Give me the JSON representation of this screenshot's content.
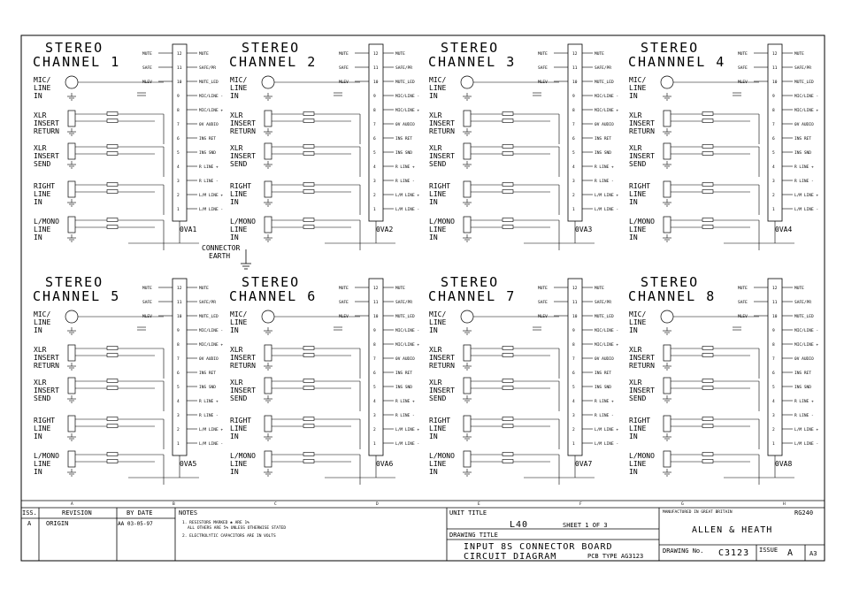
{
  "channels": [
    {
      "title": "STEREO",
      "subtitle": "CHANNEL 1",
      "gnd": "0VA1"
    },
    {
      "title": "STEREO",
      "subtitle": "CHANNEL 2",
      "gnd": "0VA2"
    },
    {
      "title": "STEREO",
      "subtitle": "CHANNEL 3",
      "gnd": "0VA3"
    },
    {
      "title": "STEREO",
      "subtitle": "CHANNNEL 4",
      "gnd": "0VA4"
    },
    {
      "title": "STEREO",
      "subtitle": "CHANNEL 5",
      "gnd": "0VA5"
    },
    {
      "title": "STEREO",
      "subtitle": "CHANNEL 6",
      "gnd": "0VA6"
    },
    {
      "title": "STEREO",
      "subtitle": "CHANNEL 7",
      "gnd": "0VA7"
    },
    {
      "title": "STEREO",
      "subtitle": "CHANNEL 8",
      "gnd": "0VA8"
    }
  ],
  "inputs": [
    [
      "MIC/",
      "LINE",
      "IN"
    ],
    [
      "XLR",
      "INSERT",
      "RETURN"
    ],
    [
      "XLR",
      "INSERT",
      "SEND"
    ],
    [
      "RIGHT",
      "LINE",
      "IN"
    ],
    [
      "L/MONO",
      "LINE",
      "IN"
    ]
  ],
  "header_left": [
    "MUTE",
    "SAFE",
    "MLEV"
  ],
  "header_right": [
    "MUTE",
    "SAFE/PR",
    "MUTE_LED",
    "MIC/LINE -",
    "MIC/LINE +",
    "0V AUDIO",
    "INS RET",
    "INS SND",
    "R LINE +",
    "R LINE -",
    "L/M LINE +",
    "L/M LINE -"
  ],
  "pins": [
    "12",
    "11",
    "10",
    "9",
    "8",
    "7",
    "6",
    "5",
    "4",
    "3",
    "2",
    "1"
  ],
  "connector_earth": [
    "CONNECTOR",
    "EARTH"
  ],
  "grid_letters": [
    "A",
    "B",
    "C",
    "D",
    "E",
    "F",
    "G",
    "H"
  ],
  "title_block": {
    "iss_label": "ISS.",
    "revision_label": "REVISION",
    "by_date_label": "BY  DATE",
    "notes_label": "NOTES",
    "iss_value": "A",
    "revision_value": "ORIGIN",
    "by_date_value": "AA 03-05-97",
    "note1": "1. RESISTORS MARKED ✱ ARE 1%",
    "note1b": "ALL OTHERS ARE 5% UNLESS OTHERWISE STATED",
    "note2": "2. ELECTROLYTIC CAPACITORS ARE IN VOLTS",
    "unit_title_label": "UNIT TITLE",
    "unit_title": "L40",
    "sheet": "SHEET 1 OF 3",
    "drawing_title_label": "DRAWING TITLE",
    "drawing_title_1": "INPUT 8S CONNECTOR BOARD",
    "drawing_title_2": "CIRCUIT DIAGRAM",
    "pcb_type": "PCB TYPE AG3123",
    "manufacturer_label": "MANUFACTURED IN GREAT BRITAIN",
    "code": "RG240",
    "company": "ALLEN & HEATH",
    "drawing_no_label": "DRAWING No.",
    "drawing_no": "C3123",
    "issue_label": "ISSUE",
    "issue": "A",
    "size": "A3"
  }
}
